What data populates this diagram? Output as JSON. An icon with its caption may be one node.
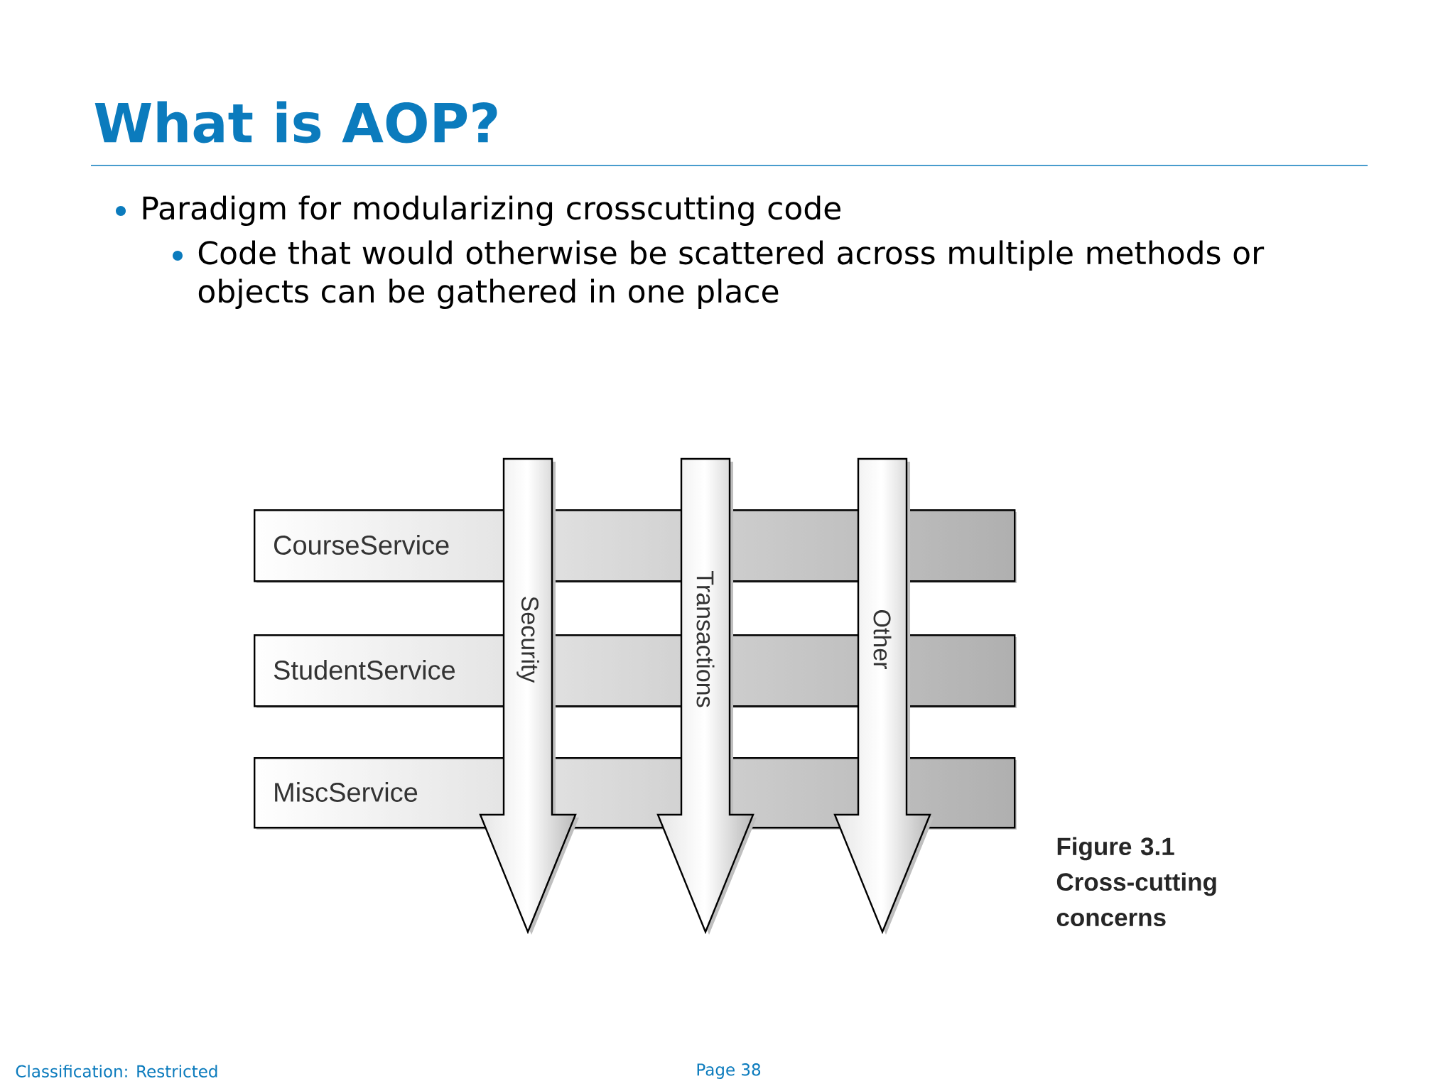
{
  "diagram": {
    "title": "What is AOP?",
    "nodes": [
      {
        "text": [
          "CourseService"
        ]
      },
      {
        "text": [
          "StudentService"
        ]
      },
      {
        "text": [
          "MiscService"
        ]
      },
      {
        "text": [
          "Security"
        ]
      },
      {
        "text": [
          "Transactions"
        ]
      },
      {
        "text": [
          "Other"
        ]
      }
    ],
    "labels": [
      "Paradigm for modularizing crosscutting code",
      "Code that would otherwise be scattered across multiple methods or objects can be gathered in one place",
      "Classification: Restricted",
      "Page 38"
    ],
    "caption": "Figure 3.1 Cross-cutting concerns"
  }
}
